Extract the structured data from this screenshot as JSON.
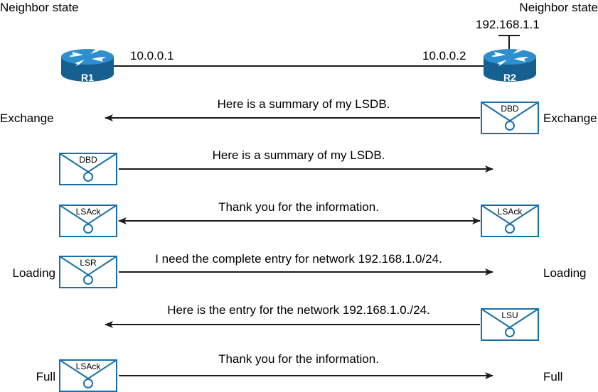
{
  "header": {
    "left_title": "Neighbor state",
    "right_title": "Neighbor state"
  },
  "routers": {
    "r1": {
      "label": "R1",
      "ip": "10.0.0.1"
    },
    "r2": {
      "label": "R2",
      "ip": "10.0.0.2",
      "lan": "192.168.1.1"
    }
  },
  "states": {
    "exchange_left": "Exchange",
    "exchange_right": "Exchange",
    "loading_left": "Loading",
    "loading_right": "Loading",
    "full_left": "Full",
    "full_right": "Full"
  },
  "messages": [
    {
      "text": "Here is a summary of my LSDB.",
      "packet": "DBD"
    },
    {
      "text": "Here is a summary of my LSDB.",
      "packet": "DBD"
    },
    {
      "text": "Thank you for the information.",
      "packet": "LSAck"
    },
    {
      "text": "I need the complete entry for network 192.168.1.0/24.",
      "packet": "LSR"
    },
    {
      "text": "Here is the entry for the network 192.168.1.0./24.",
      "packet": "LSU"
    },
    {
      "text": "Thank you for the information.",
      "packet": "LSAck"
    }
  ],
  "colors": {
    "router_fill": "#1f7fbf",
    "router_dark": "#155f91",
    "envelope_stroke": "#1a6fa8",
    "line": "#1a1a1a"
  }
}
